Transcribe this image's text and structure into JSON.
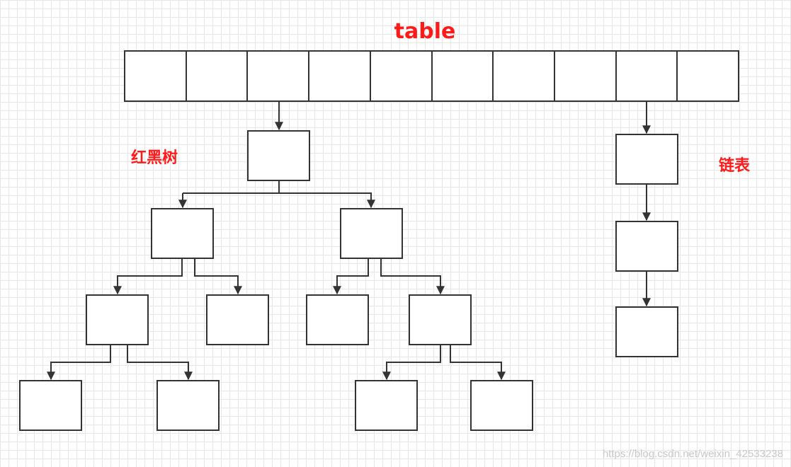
{
  "title": "table",
  "labels": {
    "red_black_tree": "红黑树",
    "linked_list": "链表"
  },
  "watermark": "https://blog.csdn.net/weixin_42533238",
  "colors": {
    "label": "#ff1a1a",
    "stroke": "#333333",
    "box_fill": "#ffffff",
    "watermark": "#c8c8c8"
  },
  "table_slots": 10,
  "linked_list_nodes": 3,
  "tree_levels": 4
}
